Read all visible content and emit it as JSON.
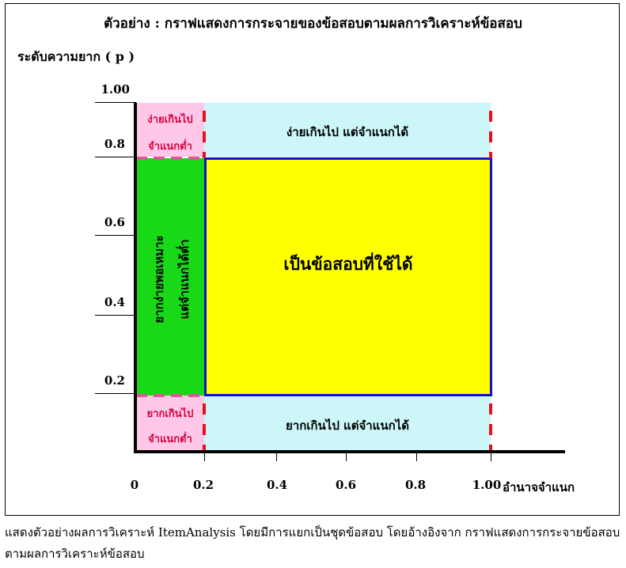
{
  "title": "ตัวอย่าง  :  กราฟแสดงการกระจายของข้อสอบตามผลการวิเคราะห์ข้อสอบ",
  "y_axis_label": "ระดับความยาก ( p )",
  "x_axis_label": "อำนาจจำแนก",
  "y_ticks": [
    "1.00",
    "0.8",
    "0.6",
    "0.4",
    "0.2"
  ],
  "x_ticks": [
    "0",
    "0.2",
    "0.4",
    "0.6",
    "0.8",
    "1.00"
  ],
  "regions": {
    "top_left_line1": "ง่ายเกินไป",
    "top_left_line2": "จำแนกต่ำ",
    "top_right": "ง่ายเกินไป  แต่จำแนกได้",
    "bottom_left_line1": "ยากเกินไป",
    "bottom_left_line2": "จำแนกต่ำ",
    "bottom_right": "ยากเกินไป  แต่จำแนกได้",
    "center": "เป็นข้อสอบที่ใช้ได้",
    "green_col1": "ยากง่ายพอเหมาะ",
    "green_col2": "แต่จำแนกได้ต่ำ"
  },
  "caption": "แสดงตัวอย่างผลการวิเคราะห์ ItemAnalysis โดยมีการแยกเป็นชุดข้อสอบ โดยอ้างอิงจาก กราฟแสดงการกระจายข้อสอบตามผลการวิเคราะห์ข้อสอบ",
  "colors": {
    "pink": "#ffc8e8",
    "cyan": "#ccf6f8",
    "green": "#18d818",
    "yellow": "#ffff00",
    "blue_border": "#1010d0",
    "red_dash": "#e8101c",
    "pink_text": "#d6003c"
  }
}
